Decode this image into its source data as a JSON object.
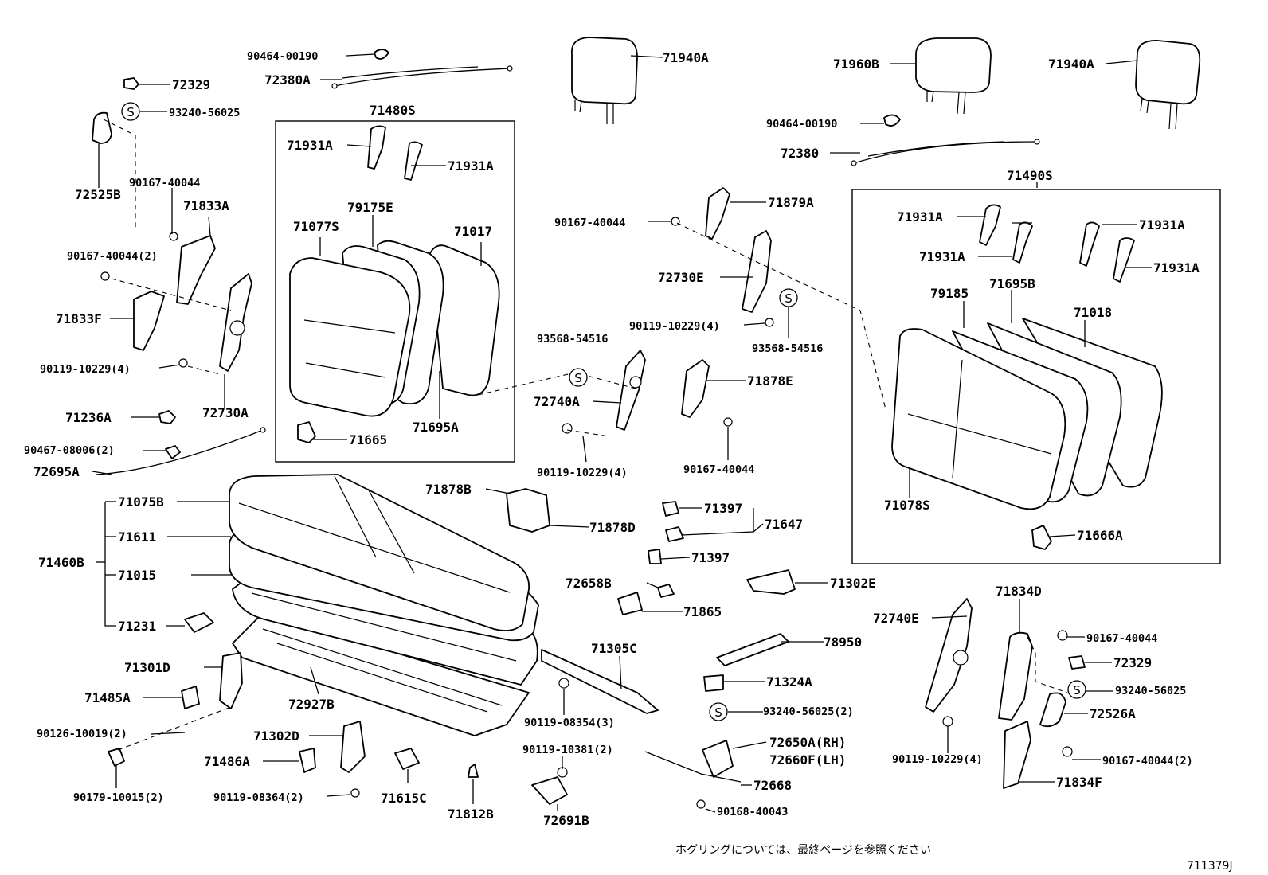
{
  "diagram": {
    "note": "ホグリングについては、最終ページを参照ください",
    "figure_code": "711379J",
    "s_symbol": "S",
    "labels": [
      {
        "text": "90464-00190"
      },
      {
        "text": "72380A"
      },
      {
        "text": "71940A"
      },
      {
        "text": "71960B"
      },
      {
        "text": "71940A"
      },
      {
        "text": "72329"
      },
      {
        "text": "93240-56025"
      },
      {
        "text": "72525B"
      },
      {
        "text": "90167-40044"
      },
      {
        "text": "71833A"
      },
      {
        "text": "90167-40044(2)"
      },
      {
        "text": "71833F"
      },
      {
        "text": "90119-10229(4)"
      },
      {
        "text": "72730A"
      },
      {
        "text": "71236A"
      },
      {
        "text": "90467-08006(2)"
      },
      {
        "text": "72695A"
      },
      {
        "text": "71480S"
      },
      {
        "text": "71931A"
      },
      {
        "text": "71931A"
      },
      {
        "text": "71077S"
      },
      {
        "text": "79175E"
      },
      {
        "text": "71017"
      },
      {
        "text": "71695A"
      },
      {
        "text": "71665"
      },
      {
        "text": "90464-00190"
      },
      {
        "text": "72380"
      },
      {
        "text": "90167-40044"
      },
      {
        "text": "71879A"
      },
      {
        "text": "72730E"
      },
      {
        "text": "90119-10229(4)"
      },
      {
        "text": "93568-54516"
      },
      {
        "text": "93568-54516"
      },
      {
        "text": "72740A"
      },
      {
        "text": "71878E"
      },
      {
        "text": "90119-10229(4)"
      },
      {
        "text": "90167-40044"
      },
      {
        "text": "71490S"
      },
      {
        "text": "71931A"
      },
      {
        "text": "71931A"
      },
      {
        "text": "71931A"
      },
      {
        "text": "71931A"
      },
      {
        "text": "79185"
      },
      {
        "text": "71695B"
      },
      {
        "text": "71018"
      },
      {
        "text": "71078S"
      },
      {
        "text": "71666A"
      },
      {
        "text": "71075B"
      },
      {
        "text": "71611"
      },
      {
        "text": "71460B"
      },
      {
        "text": "71015"
      },
      {
        "text": "71231"
      },
      {
        "text": "71878B"
      },
      {
        "text": "71878D"
      },
      {
        "text": "71397"
      },
      {
        "text": "71647"
      },
      {
        "text": "71397"
      },
      {
        "text": "72658B"
      },
      {
        "text": "71865"
      },
      {
        "text": "71302E"
      },
      {
        "text": "71301D"
      },
      {
        "text": "71485A"
      },
      {
        "text": "90126-10019(2)"
      },
      {
        "text": "72927B"
      },
      {
        "text": "71305C"
      },
      {
        "text": "90119-08354(3)"
      },
      {
        "text": "78950"
      },
      {
        "text": "71324A"
      },
      {
        "text": "93240-56025(2)"
      },
      {
        "text": "72740E"
      },
      {
        "text": "71834D"
      },
      {
        "text": "90167-40044"
      },
      {
        "text": "72329"
      },
      {
        "text": "93240-56025"
      },
      {
        "text": "72526A"
      },
      {
        "text": "90119-10229(4)"
      },
      {
        "text": "90167-40044(2)"
      },
      {
        "text": "71834F"
      },
      {
        "text": "71302D"
      },
      {
        "text": "71486A"
      },
      {
        "text": "90179-10015(2)"
      },
      {
        "text": "90119-08364(2)"
      },
      {
        "text": "71615C"
      },
      {
        "text": "71812B"
      },
      {
        "text": "90119-10381(2)"
      },
      {
        "text": "72691B"
      },
      {
        "text": "72650A(RH)"
      },
      {
        "text": "72660F(LH)"
      },
      {
        "text": "72668"
      },
      {
        "text": "90168-40043"
      }
    ]
  }
}
